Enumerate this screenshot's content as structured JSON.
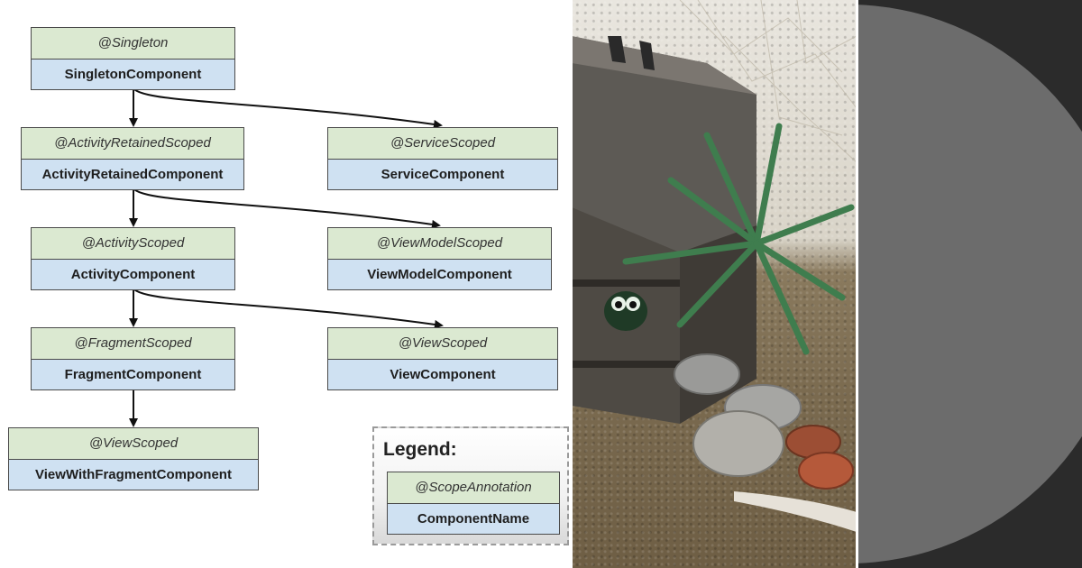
{
  "diagram": {
    "nodes": [
      {
        "id": "singleton",
        "scope": "@Singleton",
        "component": "SingletonComponent"
      },
      {
        "id": "activity-retained",
        "scope": "@ActivityRetainedScoped",
        "component": "ActivityRetainedComponent"
      },
      {
        "id": "service",
        "scope": "@ServiceScoped",
        "component": "ServiceComponent"
      },
      {
        "id": "activity",
        "scope": "@ActivityScoped",
        "component": "ActivityComponent"
      },
      {
        "id": "viewmodel",
        "scope": "@ViewModelScoped",
        "component": "ViewModelComponent"
      },
      {
        "id": "fragment",
        "scope": "@FragmentScoped",
        "component": "FragmentComponent"
      },
      {
        "id": "view",
        "scope": "@ViewScoped",
        "component": "ViewComponent"
      },
      {
        "id": "view-with-fragment",
        "scope": "@ViewScoped",
        "component": "ViewWithFragmentComponent"
      }
    ],
    "edges": [
      {
        "from": "singleton",
        "to": "activity-retained"
      },
      {
        "from": "singleton",
        "to": "service"
      },
      {
        "from": "activity-retained",
        "to": "activity"
      },
      {
        "from": "activity-retained",
        "to": "viewmodel"
      },
      {
        "from": "activity",
        "to": "fragment"
      },
      {
        "from": "activity",
        "to": "view"
      },
      {
        "from": "fragment",
        "to": "view-with-fragment"
      }
    ],
    "legend": {
      "title": "Legend:",
      "scope": "@ScopeAnnotation",
      "component": "ComponentName"
    }
  },
  "colors": {
    "scope_fill": "#dbe9d1",
    "component_fill": "#cfe1f2",
    "border": "#4a4a4a",
    "dark_panel": "#2b2b2b",
    "dark_arc": "#6c6c6c"
  }
}
